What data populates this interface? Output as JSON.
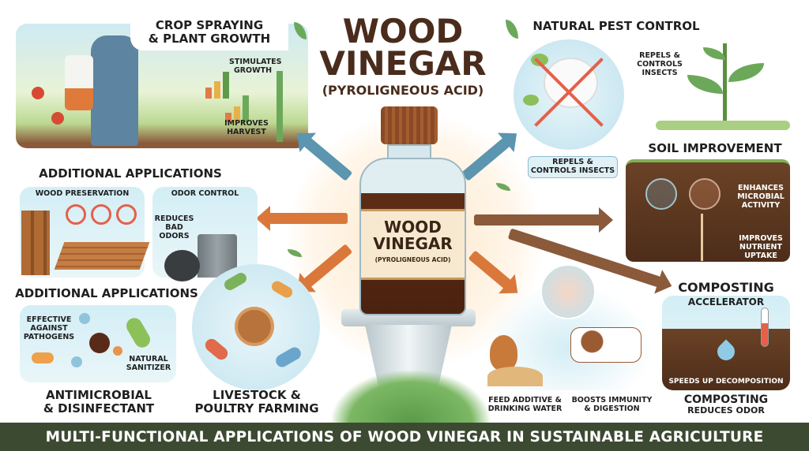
{
  "title": {
    "line1": "WOOD",
    "line2": "VINEGAR",
    "subtitle": "(PYROLIGNEOUS ACID)"
  },
  "bottle_label": {
    "line1": "WOOD",
    "line2": "VINEGAR",
    "subtitle": "(PYROLIGNEOUS ACID)"
  },
  "crop": {
    "title_1": "CROP SPRAYING",
    "title_2": "& PLANT GROWTH",
    "stimulates_1": "STIMULATES",
    "stimulates_2": "GROWTH",
    "harvest_1": "IMPROVES",
    "harvest_2": "HARVEST"
  },
  "pest": {
    "title": "NATURAL PEST CONTROL",
    "side_1": "REPELS &",
    "side_2": "CONTROLS",
    "side_3": "INSECTS",
    "sign_1": "REPELS &",
    "sign_2": "CONTROLS INSECTS"
  },
  "soil": {
    "title": "SOIL IMPROVEMENT",
    "enh_1": "ENHANCES",
    "enh_2": "MICROBIAL",
    "enh_3": "ACTIVITY",
    "imp_1": "IMPROVES",
    "imp_2": "NUTRIENT",
    "imp_3": "UPTAKE"
  },
  "additional": {
    "title": "ADDITIONAL APPLICATIONS",
    "wood": "WOOD PRESERVATION",
    "odor": "ODOR CONTROL",
    "odor_1": "REDUCES",
    "odor_2": "BAD",
    "odor_3": "ODORS"
  },
  "additional2": {
    "title": "ADDITIONAL APPLICATIONS",
    "eff_1": "EFFECTIVE",
    "eff_2": "AGAINST",
    "eff_3": "PATHOGENS",
    "nat_1": "NATURAL",
    "nat_2": "SANITIZER",
    "label_1": "ANTIMICROBIAL",
    "label_2": "& DISINFECTANT"
  },
  "livestock": {
    "label_1": "LIVESTOCK &",
    "label_2": "POULTRY FARMING",
    "feed_1": "FEED ADDITIVE &",
    "feed_2": "DRINKING WATER",
    "boost_1": "BOOSTS IMMUNITY",
    "boost_2": "& DIGESTION"
  },
  "compost": {
    "title": "COMPOSTING",
    "sub": "ACCELERATOR",
    "speeds": "SPEEDS UP DECOMPOSITION",
    "label_1": "COMPOSTING",
    "label_2": "REDUCES ODOR"
  },
  "banner": "MULTI-FUNCTIONAL APPLICATIONS OF WOOD VINEGAR IN SUSTAINABLE AGRICULTURE",
  "colors": {
    "brown": "#4a2c1c",
    "banner": "#3d4a32",
    "orange": "#d9783a",
    "blue": "#5b95b0"
  }
}
